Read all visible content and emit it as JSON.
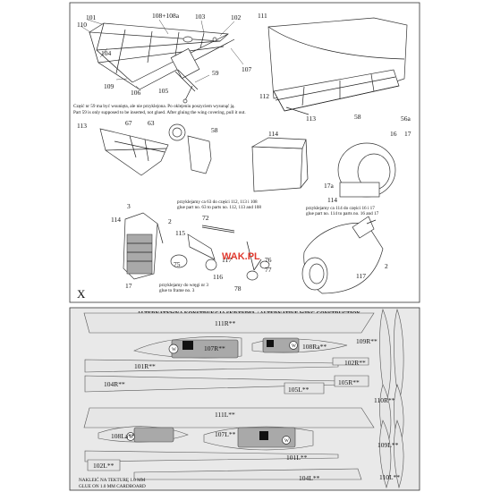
{
  "top_sheet": {
    "sheet_letter": "X",
    "watermark": "WAK.PL",
    "labels": {
      "l101": "101",
      "l108": "108+108a",
      "l103": "103",
      "l102": "102",
      "l111": "111",
      "l110": "110",
      "l104": "104",
      "l109": "109",
      "l106": "106",
      "l105": "105",
      "l59": "59",
      "l107": "107",
      "l112": "112",
      "l113a": "113",
      "l58a": "58",
      "l56a": "56a",
      "l113b": "113",
      "l67": "67",
      "l63": "63",
      "l58b": "58",
      "l114a": "114",
      "l16": "16",
      "l17a": "17",
      "l17b": "17a",
      "l114b": "114",
      "l114c": "114",
      "l3": "3",
      "l2a": "2",
      "l72": "72",
      "l115": "115",
      "l75": "75",
      "l116": "116",
      "l117a": "117",
      "l76": "76",
      "l77": "77",
      "l78": "78",
      "l17c": "17",
      "l117b": "117",
      "l2b": "2"
    },
    "notes": {
      "n1_line1": "Część nr 59 ma być wsunięta, ale nie przyklejona. Po oklejeniu poszyciem wysunąć ją.",
      "n1_line2": "Part 59 is only supposed to be inserted, not glued. After gluing the wing covering, pull it out.",
      "n2_line1": "przyklejamy ca 63 do części 112, 113 i 108",
      "n2_line2": "glue part no. 63 to parts no. 112, 113 and 108",
      "n3_line1": "przyklejamy ca 114 do części 16 i 17",
      "n3_line2": "glue part no. 114 to parts no. 16 and 17",
      "n4_line1": "przyklejamy do wręgi nr 3",
      "n4_line2": "glue to frame no. 3"
    }
  },
  "bottom_sheet": {
    "title": "ALTERNATYWNA KONSTRUKCJA SKRZYDEŁ / ALTERNATIVE WING CONSTRUCTION",
    "parts": {
      "p111R": "111R**",
      "p107R": "107R**",
      "p108R": "108Ra**",
      "p109R": "109R**",
      "p101R": "101R**",
      "p102R": "102R**",
      "p104R": "104R**",
      "p105L": "105L**",
      "p105R": "105R**",
      "p110R": "110R**",
      "p111L": "111L**",
      "p108L": "108La**",
      "p107L": "107L**",
      "p109L": "109L**",
      "p101L": "101L**",
      "p102L": "102L**",
      "p104L": "104L**",
      "p110L": "110L**"
    },
    "badge": "W",
    "footer_line1": "NAKLEIĆ NA TEKTURĘ 1.0 MM",
    "footer_line2": "GLUE ON 1.0 MM CARDBOARD"
  }
}
